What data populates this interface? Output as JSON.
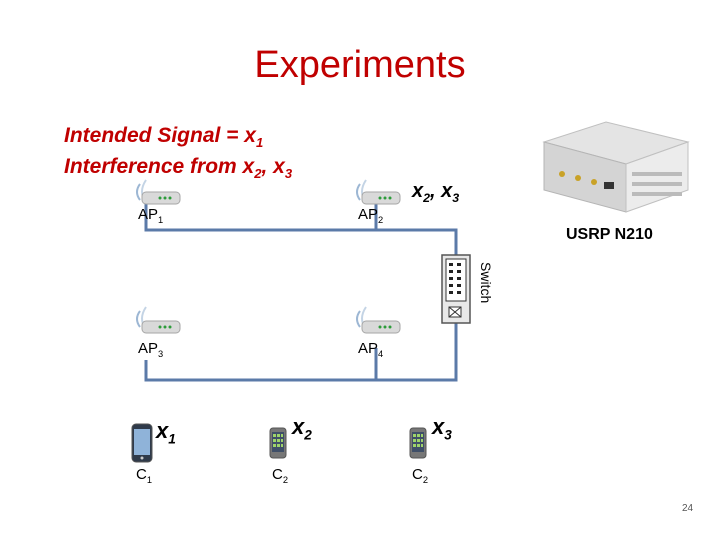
{
  "title": "Experiments",
  "intended_signal": {
    "prefix": "Intended Signal = x",
    "sub": "1"
  },
  "interference": {
    "prefix": "Interference from x",
    "sub1": "2",
    "sep": ", x",
    "sub2": "3"
  },
  "access_points": [
    {
      "prefix": "AP",
      "sub": "1"
    },
    {
      "prefix": "AP",
      "sub": "2"
    },
    {
      "prefix": "AP",
      "sub": "3"
    },
    {
      "prefix": "AP",
      "sub": "4"
    }
  ],
  "ap2_signal": {
    "a": "x",
    "a_sub": "2",
    "sep": ", x",
    "b_sub": "3"
  },
  "device": {
    "label": "USRP N210"
  },
  "switch": {
    "label": "Switch"
  },
  "clients": [
    {
      "prefix": "C",
      "sub": "1",
      "signal": "x",
      "signal_sub": "1"
    },
    {
      "prefix": "C",
      "sub": "2",
      "signal": "x",
      "signal_sub": "2"
    },
    {
      "prefix": "C",
      "sub": "2",
      "signal": "x",
      "signal_sub": "3"
    }
  ],
  "page_number": "24",
  "colors": {
    "title": "#c00000",
    "wire": "#5b7aa8",
    "router": "#d9d9d9"
  }
}
